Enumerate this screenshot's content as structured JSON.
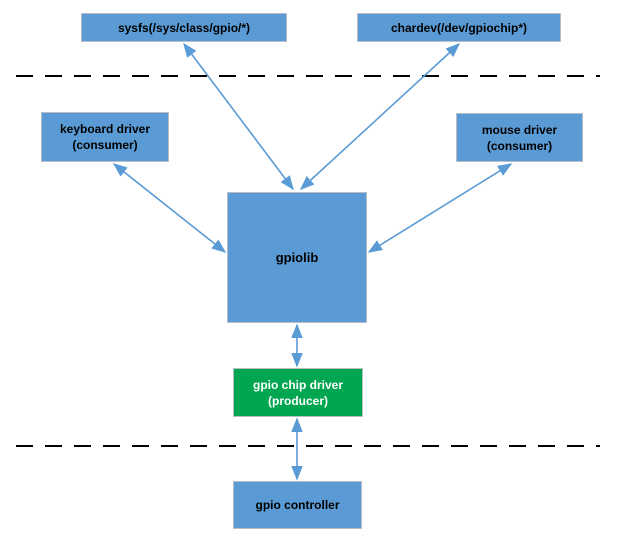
{
  "colors": {
    "box_blue": "#5b9bd5",
    "box_green": "#00a650",
    "arrow_blue": "#5b9bd5",
    "divider_black": "#000000"
  },
  "nodes": {
    "sysfs": {
      "label": "sysfs(/sys/class/gpio/*)"
    },
    "chardev": {
      "label": "chardev(/dev/gpiochip*)"
    },
    "keyboard_driver": {
      "line1": "keyboard driver",
      "line2": "(consumer)"
    },
    "mouse_driver": {
      "line1": "mouse driver",
      "line2": "(consumer)"
    },
    "gpiolib": {
      "label": "gpiolib"
    },
    "gpio_chip_driver": {
      "line1": "gpio chip driver",
      "line2": "(producer)"
    },
    "gpio_controller": {
      "label": "gpio controller"
    }
  },
  "edges": [
    {
      "from": "sysfs",
      "to": "gpiolib",
      "style": "double-headed-arrow"
    },
    {
      "from": "chardev",
      "to": "gpiolib",
      "style": "double-headed-arrow"
    },
    {
      "from": "keyboard_driver",
      "to": "gpiolib",
      "style": "double-headed-arrow"
    },
    {
      "from": "mouse_driver",
      "to": "gpiolib",
      "style": "double-headed-arrow"
    },
    {
      "from": "gpiolib",
      "to": "gpio_chip_driver",
      "style": "double-headed-arrow"
    },
    {
      "from": "gpio_chip_driver",
      "to": "gpio_controller",
      "style": "double-headed-arrow"
    }
  ],
  "dividers": [
    {
      "name": "divider-top",
      "style": "black-dashed"
    },
    {
      "name": "divider-bottom",
      "style": "black-dashed"
    }
  ]
}
